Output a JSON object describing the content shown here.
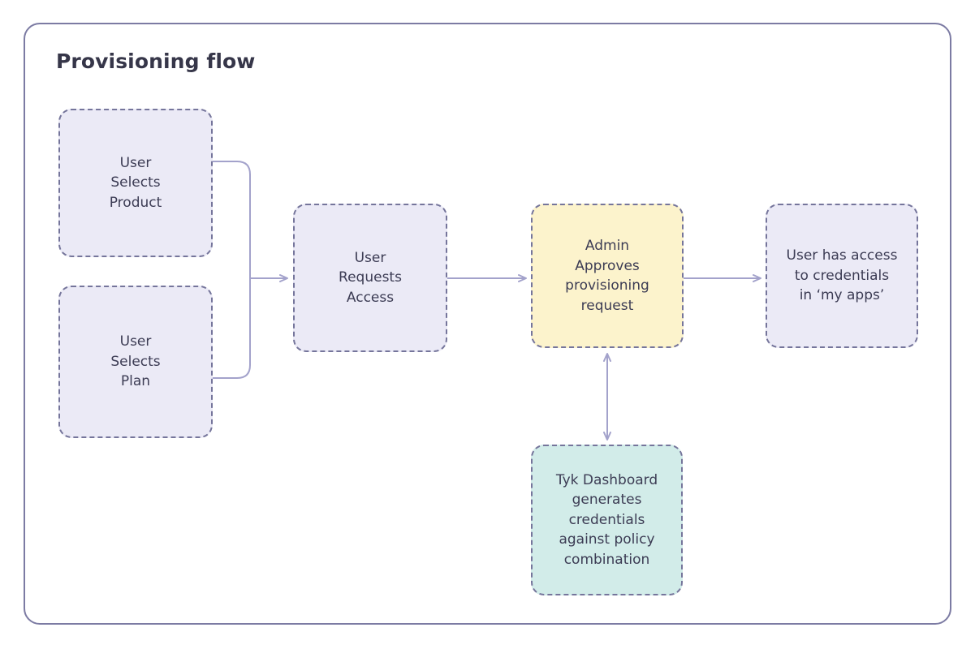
{
  "diagram": {
    "title": "Provisioning flow",
    "background_color": "#ffffff",
    "frame_border_color": "#7c7ba3",
    "title_color": "#363649",
    "node_border_color": "#75759b",
    "node_text_color": "#3c3c54",
    "connector_color": "#a3a2cb",
    "fill_lavender": "#ebeaf6",
    "fill_yellow": "#fcf3cc",
    "fill_teal": "#d2ece9",
    "nodes": [
      {
        "id": "user-selects-product",
        "text": "User\nSelects\nProduct",
        "fill": "#ebeaf6",
        "style": "dashed"
      },
      {
        "id": "user-selects-plan",
        "text": "User\nSelects\nPlan",
        "fill": "#ebeaf6",
        "style": "dashed"
      },
      {
        "id": "user-requests-access",
        "text": "User\nRequests\nAccess",
        "fill": "#ebeaf6",
        "style": "dashed"
      },
      {
        "id": "admin-approves",
        "text": "Admin\nApproves\nprovisioning\nrequest",
        "fill": "#fcf3cc",
        "style": "dashed"
      },
      {
        "id": "user-has-access",
        "text": "User has access\nto credentials\nin ‘my apps’",
        "fill": "#ebeaf6",
        "style": "dashed"
      },
      {
        "id": "tyk-dashboard",
        "text": "Tyk Dashboard\ngenerates\ncredentials\nagainst policy\ncombination",
        "fill": "#d2ece9",
        "style": "dashed"
      }
    ],
    "connectors": [
      {
        "id": "product-to-requests",
        "from": "user-selects-product",
        "to": "user-requests-access",
        "arrowheads": "end"
      },
      {
        "id": "plan-to-requests",
        "from": "user-selects-plan",
        "to": "user-requests-access",
        "arrowheads": "end"
      },
      {
        "id": "requests-to-admin",
        "from": "user-requests-access",
        "to": "admin-approves",
        "arrowheads": "end"
      },
      {
        "id": "admin-to-access",
        "from": "admin-approves",
        "to": "user-has-access",
        "arrowheads": "end"
      },
      {
        "id": "admin-tyk-bidirectional",
        "from": "admin-approves",
        "to": "tyk-dashboard",
        "arrowheads": "both"
      }
    ]
  }
}
